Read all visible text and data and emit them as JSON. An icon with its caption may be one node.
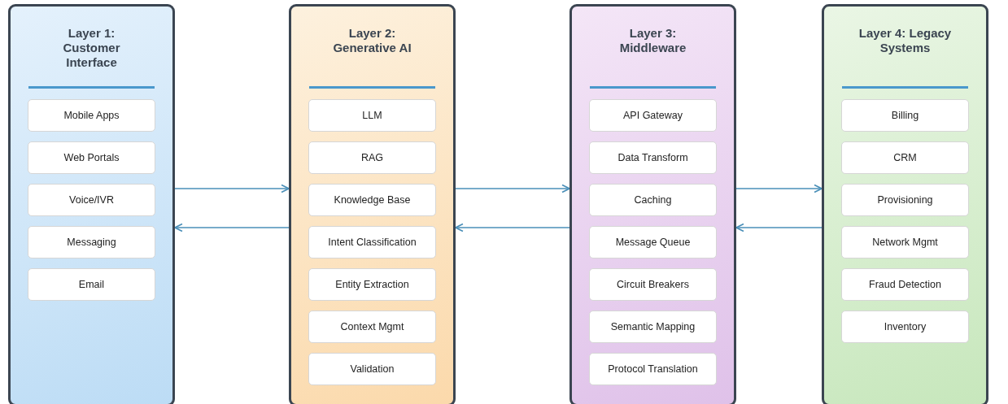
{
  "diagram": {
    "nodes": [
      {
        "text": [
          "Layer 1: Customer Interface"
        ]
      },
      {
        "text": [
          "Mobile Apps"
        ],
        "in": 0
      },
      {
        "text": [
          "Web Portals"
        ],
        "in": 0
      },
      {
        "text": [
          "Voice/IVR"
        ],
        "in": 0
      },
      {
        "text": [
          "Messaging"
        ],
        "in": 0
      },
      {
        "text": [
          "Email"
        ],
        "in": 0
      },
      {
        "text": [
          "Layer 2: Generative AI"
        ]
      },
      {
        "text": [
          "LLM"
        ],
        "in": 6
      },
      {
        "text": [
          "RAG"
        ],
        "in": 6
      },
      {
        "text": [
          "Knowledge Base"
        ],
        "in": 6
      },
      {
        "text": [
          "Intent Classification"
        ],
        "in": 6
      },
      {
        "text": [
          "Entity Extraction"
        ],
        "in": 6
      },
      {
        "text": [
          "Context Mgmt"
        ],
        "in": 6
      },
      {
        "text": [
          "Validation"
        ],
        "in": 6
      },
      {
        "text": [
          "Layer 3: Middleware"
        ]
      },
      {
        "text": [
          "API Gateway"
        ],
        "in": 14
      },
      {
        "text": [
          "Data Transform"
        ],
        "in": 14
      },
      {
        "text": [
          "Caching"
        ],
        "in": 14
      },
      {
        "text": [
          "Message Queue"
        ],
        "in": 14
      },
      {
        "text": [
          "Circuit Breakers"
        ],
        "in": 14
      },
      {
        "text": [
          "Semantic Mapping"
        ],
        "in": 14
      },
      {
        "text": [
          "Protocol Translation"
        ],
        "in": 14
      },
      {
        "text": [
          "Layer 4: Legacy Systems"
        ]
      },
      {
        "text": [
          "Billing"
        ],
        "in": 22
      },
      {
        "text": [
          "CRM"
        ],
        "in": 22
      },
      {
        "text": [
          "Provisioning"
        ],
        "in": 22
      },
      {
        "text": [
          "Network Mgmt"
        ],
        "in": 22
      },
      {
        "text": [
          "Fraud Detection"
        ],
        "in": 22
      },
      {
        "text": [
          "Inventory"
        ],
        "in": 22
      }
    ],
    "edges": [
      {
        "from": 0,
        "to": 6,
        "arrow": "to"
      },
      {
        "from": 6,
        "to": 0,
        "arrow": "to"
      },
      {
        "from": 6,
        "to": 14,
        "arrow": "to"
      },
      {
        "from": 14,
        "to": 6,
        "arrow": "to"
      },
      {
        "from": 14,
        "to": 22,
        "arrow": "to"
      },
      {
        "from": 22,
        "to": 14,
        "arrow": "to"
      }
    ]
  }
}
